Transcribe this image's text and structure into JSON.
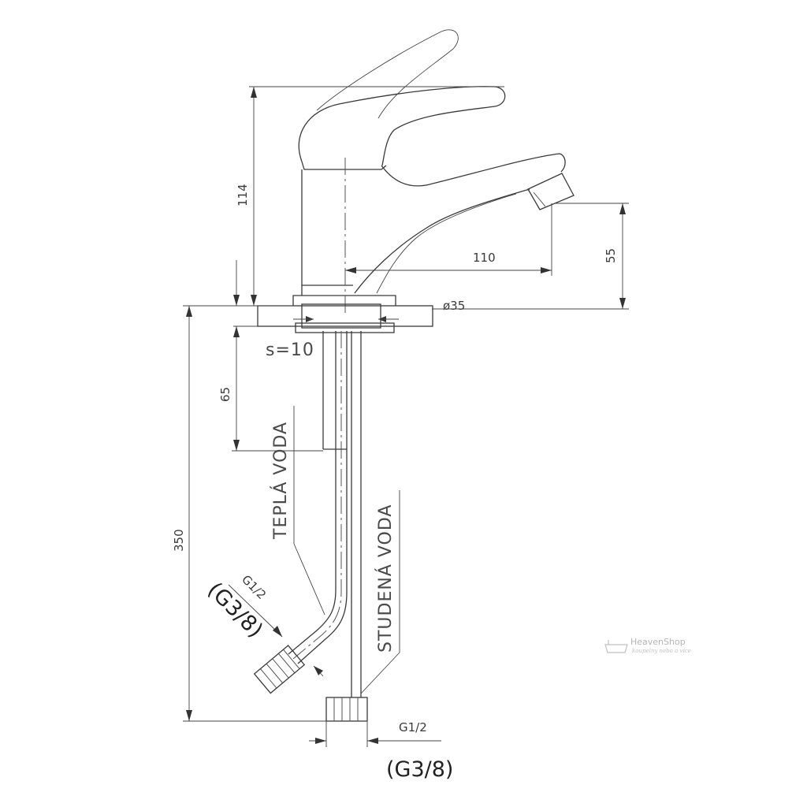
{
  "dimensions": {
    "height_total": "114",
    "spout_height": "55",
    "spout_reach": "110",
    "base_diameter": "ø35",
    "plate_thickness": "s=10",
    "shank_length": "65",
    "hose_length": "350"
  },
  "labels": {
    "hot_water": "TEPLÁ VODA",
    "cold_water": "STUDENÁ VODA"
  },
  "connections": {
    "hose_thread": "G1/2",
    "hose_thread_alt": "(G3/8)",
    "bottom_thread": "G1/2",
    "bottom_thread_alt": "(G3/8)"
  },
  "watermark": {
    "brand": "HeavenShop",
    "tagline": "koupelny nebo a více"
  },
  "colors": {
    "line": "#3a3a3a",
    "watermark": "#b5b5b5"
  }
}
